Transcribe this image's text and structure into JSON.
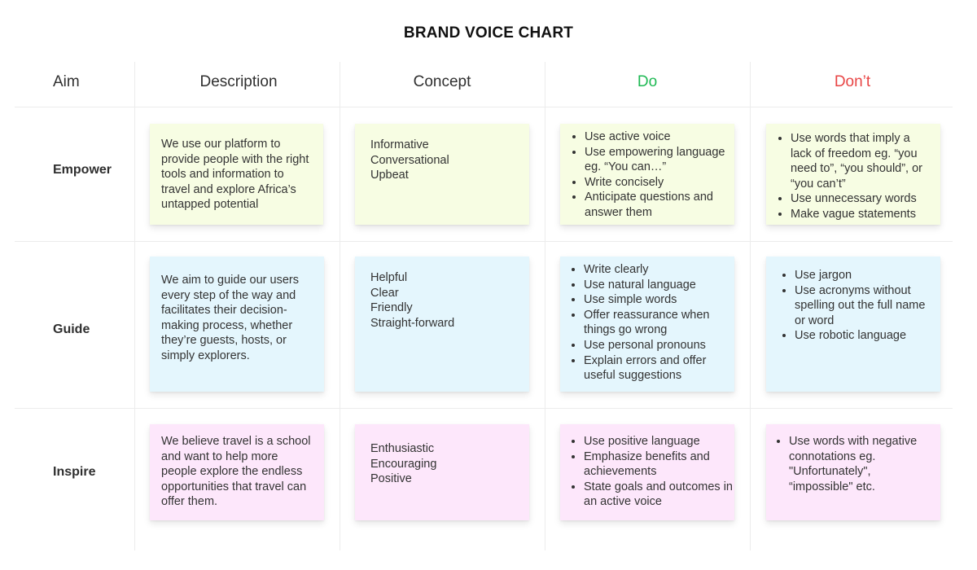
{
  "title": "BRAND VOICE CHART",
  "columns": {
    "aim": "Aim",
    "description": "Description",
    "concept": "Concept",
    "do": "Do",
    "dont": "Don’t"
  },
  "colors": {
    "do_header": "#1fb954",
    "dont_header": "#e84545",
    "empower_note": "#f7fde3",
    "guide_note": "#e4f6fd",
    "inspire_note": "#fde7fb"
  },
  "rows": [
    {
      "aim": "Empower",
      "description": "We use our platform to provide people with the right tools and information to travel and explore Africa’s untapped potential",
      "concept": [
        "Informative",
        "Conversational",
        "Upbeat"
      ],
      "do": [
        "Use active voice",
        "Use empowering language eg. “You can…”",
        "Write concisely",
        "Anticipate questions and answer them"
      ],
      "dont": [
        "Use words that imply a lack of freedom eg. “you need to”, “you should”, or “you can’t”",
        "Use unnecessary words",
        "Make vague statements"
      ]
    },
    {
      "aim": "Guide",
      "description": "We aim to guide our users every step of the way and facilitates their decision-making process, whether they’re guests, hosts, or simply explorers.",
      "concept": [
        "Helpful",
        "Clear",
        "Friendly",
        "Straight-forward"
      ],
      "do": [
        "Write clearly",
        "Use natural language",
        "Use simple words",
        "Offer reassurance when things go wrong",
        "Use personal pronouns",
        "Explain errors and offer useful suggestions"
      ],
      "dont": [
        "Use jargon",
        "Use acronyms without spelling out the full name or word",
        "Use robotic language"
      ]
    },
    {
      "aim": "Inspire",
      "description": "We believe travel is a school and want to help more people explore the endless opportunities that travel can offer them.",
      "concept": [
        "Enthusiastic",
        "Encouraging",
        "Positive"
      ],
      "do": [
        "Use positive language",
        "Emphasize benefits and achievements",
        "State goals and outcomes in an active voice"
      ],
      "dont": [
        "Use words with negative connotations eg. \"Unfortunately\", “impossible\" etc."
      ]
    }
  ]
}
